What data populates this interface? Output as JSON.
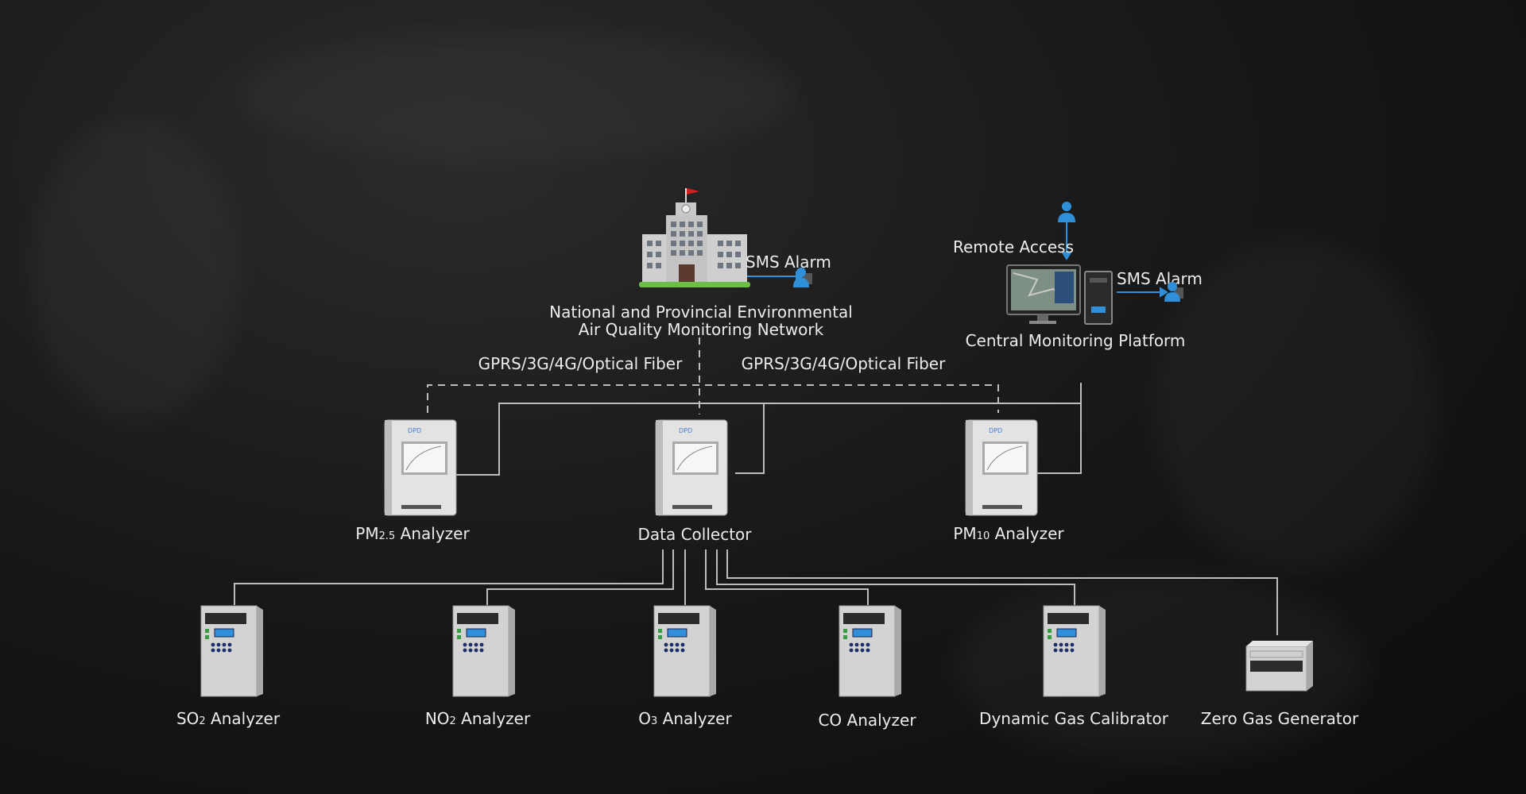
{
  "top_node": {
    "label_line1": "National and Provincial Environmental",
    "label_line2": "Air Quality Monitoring Network",
    "sms_alarm": "SMS Alarm"
  },
  "central_platform": {
    "label": "Central Monitoring Platform",
    "remote_access": "Remote Access",
    "sms_alarm": "SMS Alarm"
  },
  "links": {
    "left": "GPRS/3G/4G/Optical Fiber",
    "right": "GPRS/3G/4G/Optical Fiber"
  },
  "middle_row": {
    "pm25": {
      "prefix": "PM",
      "sub": "2.5",
      "suffix": " Analyzer"
    },
    "collector": "Data Collector",
    "pm10": {
      "prefix": "PM",
      "sub": "10",
      "suffix": " Analyzer"
    }
  },
  "bottom_row": {
    "so2": {
      "prefix": "SO",
      "sub": "2",
      "suffix": " Analyzer"
    },
    "no2": {
      "prefix": "NO",
      "sub": "2",
      "suffix": " Analyzer"
    },
    "o3": {
      "prefix": "O",
      "sub": "3",
      "suffix": " Analyzer"
    },
    "co": "CO Analyzer",
    "calibrator": "Dynamic Gas Calibrator",
    "zero_gas": "Zero Gas Generator"
  },
  "device_brand": "DPD",
  "colors": {
    "wire": "#bdbdbd",
    "flag": "#d42020",
    "grass": "#6cbe45",
    "user_icon": "#2f8fd8",
    "arrow": "#2f8fd8"
  }
}
